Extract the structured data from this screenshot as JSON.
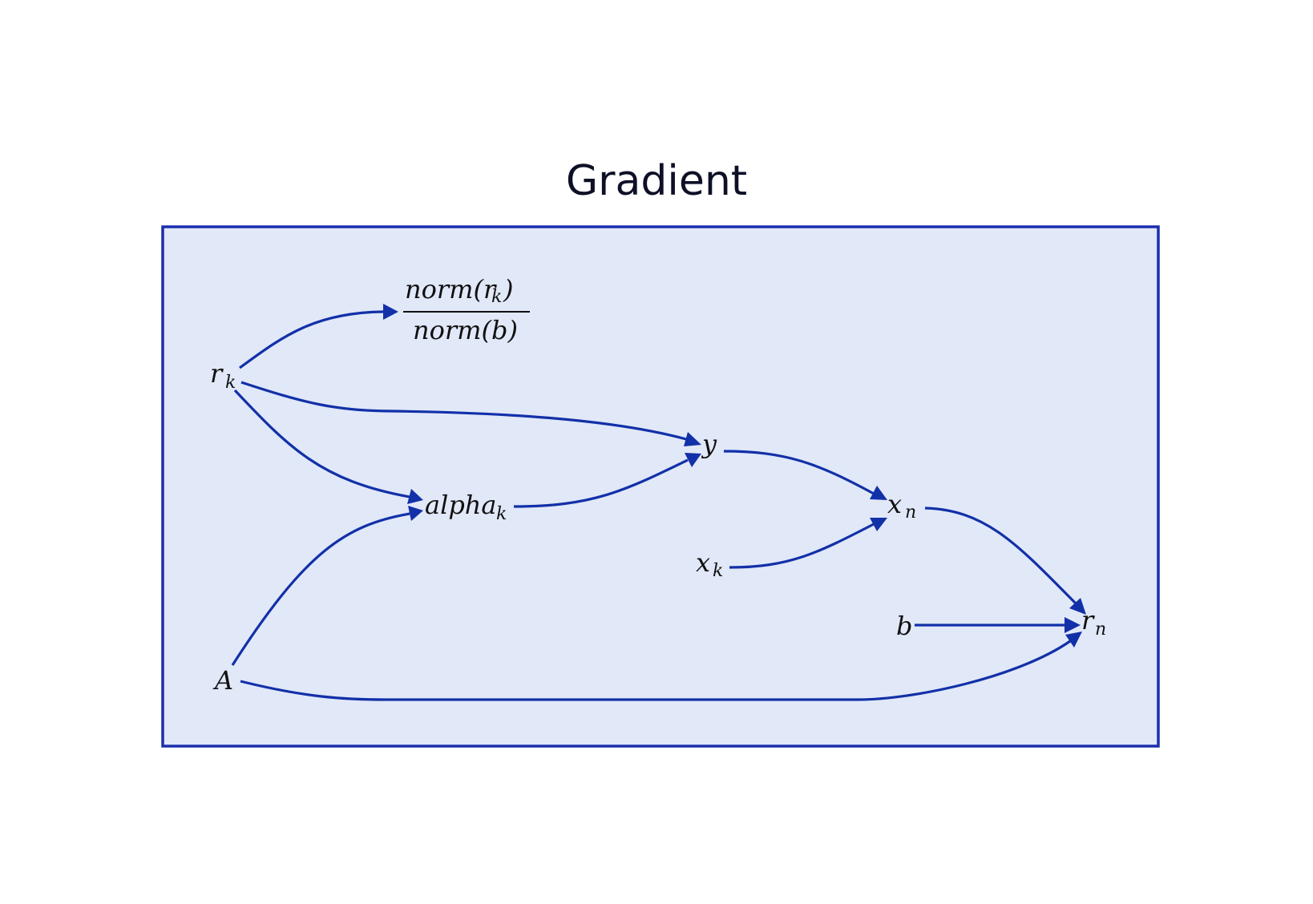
{
  "title": "Gradient",
  "colors": {
    "box_fill": "#e1e8f8",
    "box_stroke": "#1a2fae",
    "edge": "#1230a8"
  },
  "nodes": {
    "r_k": {
      "base": "r",
      "sub": "k"
    },
    "ratio": {
      "numerator": "norm(r",
      "numerator_sub": "k",
      "numerator_end": ")",
      "denominator": "norm(b)"
    },
    "y": {
      "base": "y"
    },
    "alpha_k": {
      "base": "alpha",
      "sub": "k"
    },
    "x_n": {
      "base": "x",
      "sub": "n"
    },
    "x_k": {
      "base": "x",
      "sub": "k"
    },
    "b": {
      "base": "b"
    },
    "r_n": {
      "base": "r",
      "sub": "n"
    },
    "A": {
      "base": "A"
    }
  },
  "edges": [
    {
      "from": "r_k",
      "to": "ratio"
    },
    {
      "from": "r_k",
      "to": "y"
    },
    {
      "from": "r_k",
      "to": "alpha_k"
    },
    {
      "from": "A",
      "to": "alpha_k"
    },
    {
      "from": "alpha_k",
      "to": "y"
    },
    {
      "from": "y",
      "to": "x_n"
    },
    {
      "from": "x_k",
      "to": "x_n"
    },
    {
      "from": "x_n",
      "to": "r_n"
    },
    {
      "from": "b",
      "to": "r_n"
    },
    {
      "from": "A",
      "to": "r_n"
    }
  ]
}
